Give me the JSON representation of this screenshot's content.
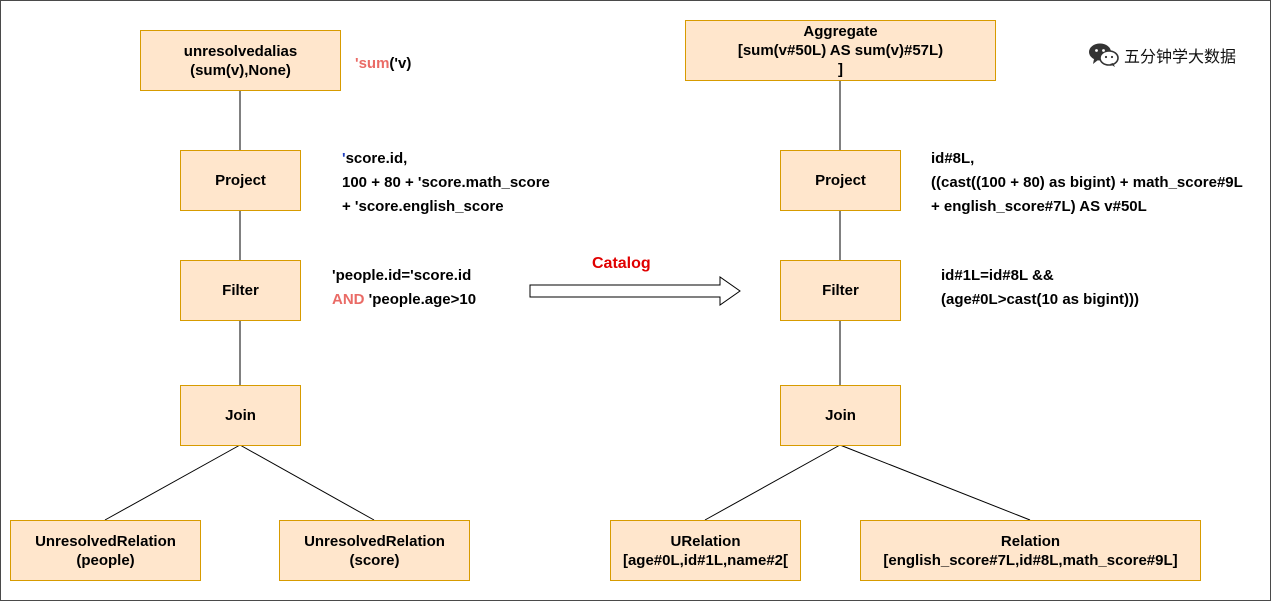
{
  "watermark": {
    "icon": "wechat-icon",
    "text": "五分钟学大数据"
  },
  "catalog_label": "Catalog",
  "left_tree": {
    "unresolvedalias": {
      "line1": "unresolvedalias",
      "line2": "(sum(v),None)"
    },
    "project": "Project",
    "filter": "Filter",
    "join": "Join",
    "relation_people": {
      "line1": "UnresolvedRelation",
      "line2": "(people)"
    },
    "relation_score": {
      "line1": "UnresolvedRelation",
      "line2": "(score)"
    }
  },
  "left_annotations": {
    "alias": {
      "prefix": "'sum",
      "rest": "('v)"
    },
    "project": {
      "l1_tick": "'",
      "l1_rest": "score.id,",
      "l2": "100 + 80 + 'score.math_score",
      "l3": "+ 'score.english_score"
    },
    "filter": {
      "l1": "'people.id='score.id",
      "l2_kw": "AND",
      "l2_rest": " 'people.age>10"
    }
  },
  "right_tree": {
    "aggregate": {
      "line1": "Aggregate",
      "line2": "[sum(v#50L) AS sum(v)#57L)",
      "line3": "]"
    },
    "project": "Project",
    "filter": "Filter",
    "join": "Join",
    "urelation": {
      "line1": "URelation",
      "line2": "[age#0L,id#1L,name#2["
    },
    "relation": {
      "line1": "Relation",
      "line2": "[english_score#7L,id#8L,math_score#9L]"
    }
  },
  "right_annotations": {
    "project": {
      "l1": "id#8L,",
      "l2": "((cast((100 + 80) as bigint) + math_score#9L",
      "l3": "+ english_score#7L) AS v#50L"
    },
    "filter": {
      "l1": "id#1L=id#8L &&",
      "l2": "(age#0L>cast(10 as bigint)))"
    }
  },
  "colors": {
    "node_fill": "#ffe6cc",
    "node_border": "#d79b00",
    "catalog": "#e00000",
    "keyword": "#ea6b66"
  }
}
